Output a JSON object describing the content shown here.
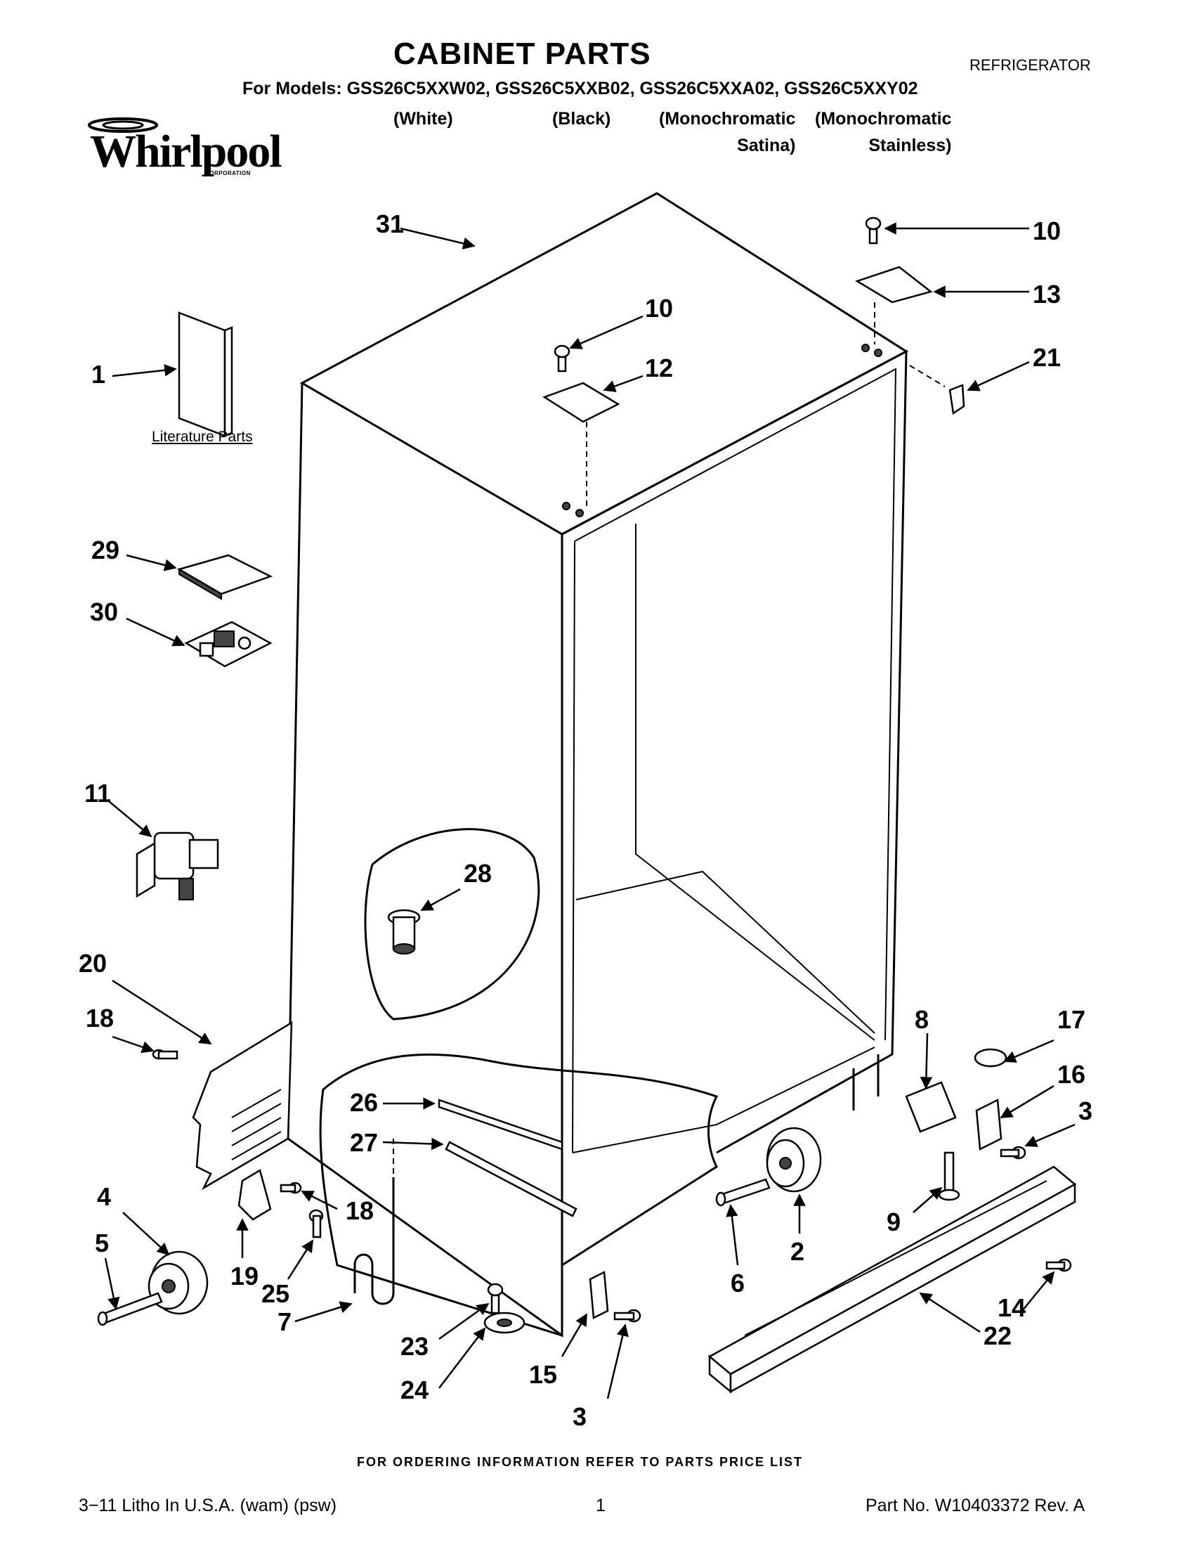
{
  "header": {
    "title": "CABINET PARTS",
    "category": "REFRIGERATOR",
    "models_line": "For Models: GSS26C5XXW02, GSS26C5XXB02, GSS26C5XXA02, GSS26C5XXY02",
    "variants": [
      "(White)",
      "(Black)",
      "(Monochromatic\nSatina)",
      "(Monochromatic\nStainless)"
    ]
  },
  "logo": {
    "brand": "Whirlpool",
    "sub": "CORPORATION"
  },
  "literature_label": "Literature Parts",
  "callouts": [
    "31",
    "10",
    "13",
    "10",
    "12",
    "21",
    "1",
    "29",
    "30",
    "11",
    "28",
    "20",
    "18",
    "8",
    "17",
    "16",
    "3",
    "26",
    "27",
    "4",
    "19",
    "18",
    "5",
    "25",
    "7",
    "23",
    "24",
    "15",
    "3",
    "6",
    "2",
    "9",
    "14",
    "22"
  ],
  "footer": {
    "note": "FOR ORDERING INFORMATION REFER TO PARTS PRICE LIST",
    "litho": "3−11 Litho In U.S.A. (wam) (psw)",
    "page": "1",
    "part_no": "Part No. W10403372 Rev. A"
  }
}
